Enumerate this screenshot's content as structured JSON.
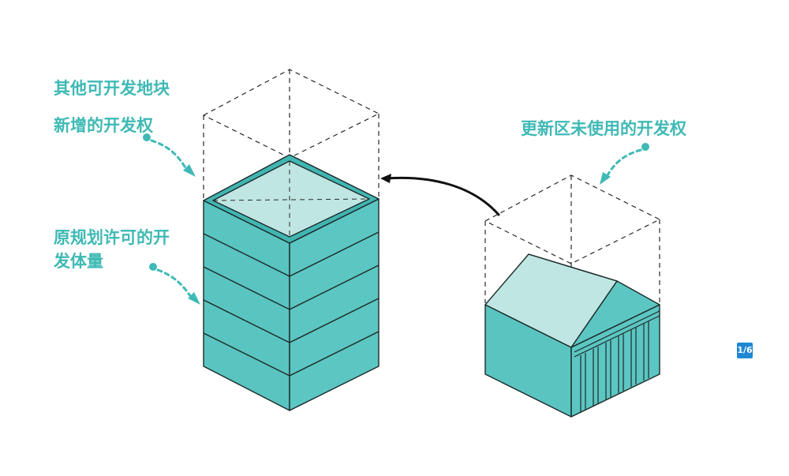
{
  "labels": {
    "other_land": "其他可开发地块",
    "new_rights": "新增的开发权",
    "original_volume_line1": "原规划许可的开",
    "original_volume_line2": "发体量",
    "unused_rights": "更新区未使用的开发权"
  },
  "badge": "1/6",
  "colors": {
    "teal": "#3fb9b5",
    "block_front": "#5cc6c2",
    "block_top": "#bfe6e2",
    "stroke": "#1c2a2a",
    "badge_bg": "#1e88d6"
  }
}
